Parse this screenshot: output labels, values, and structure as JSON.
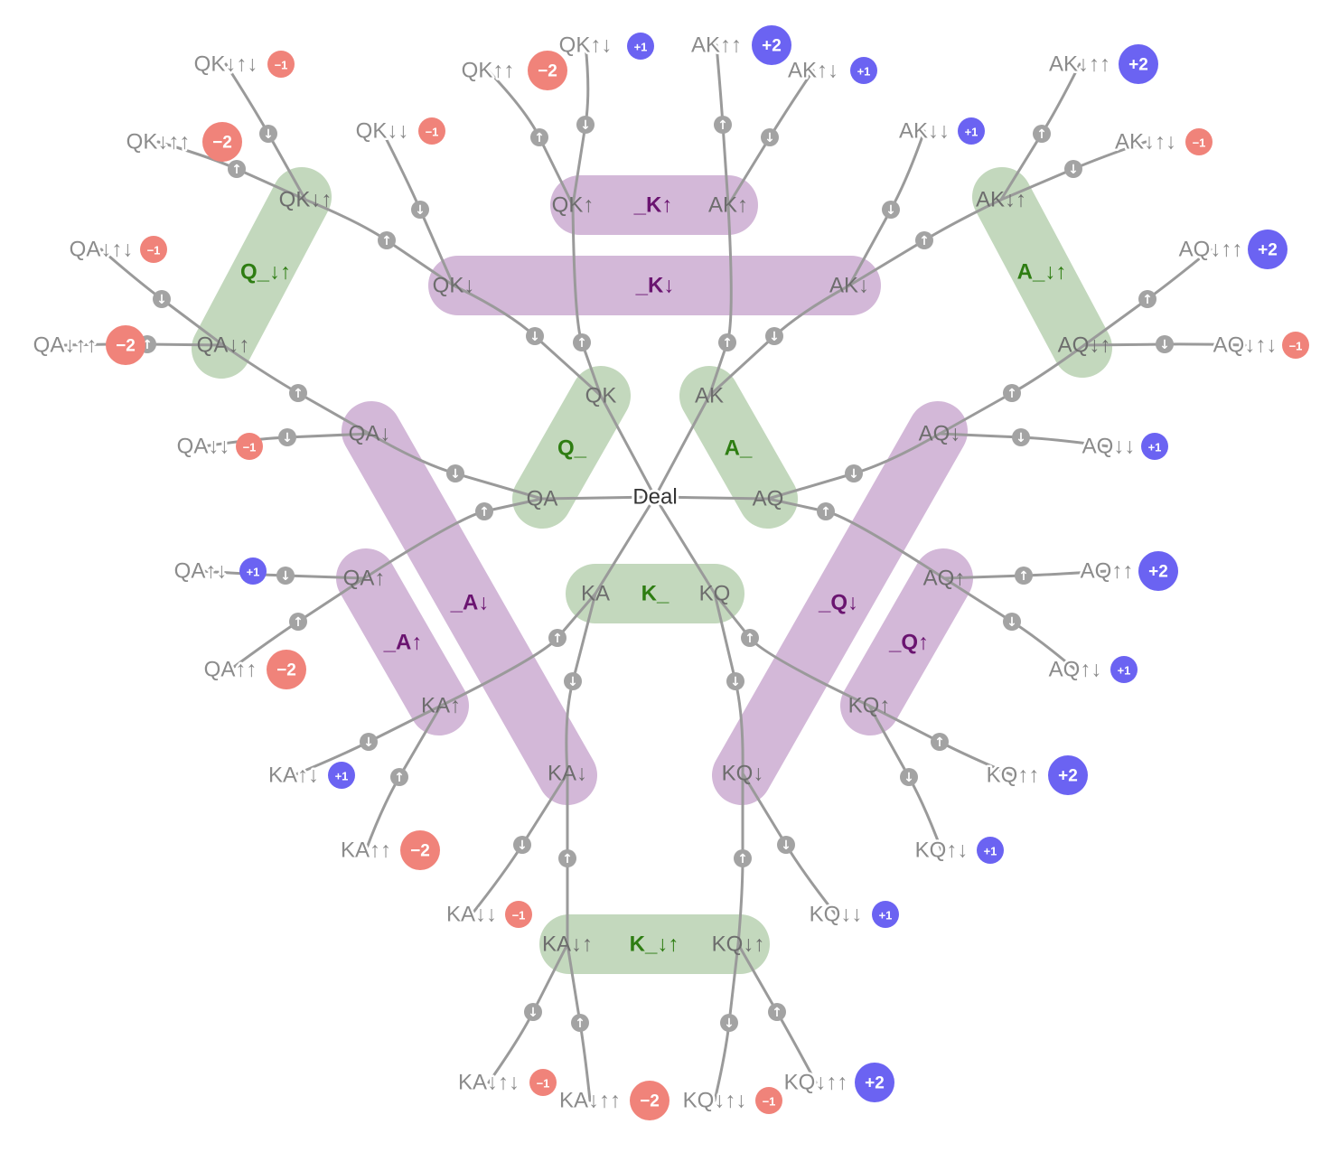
{
  "root": {
    "label": "Deal"
  },
  "colors": {
    "edge": "#9a9a9a",
    "action_dot": "#a3a3a3",
    "group_green": "#c3d8bd",
    "group_purple": "#d3b8d8",
    "group_label_green": "#2e7d12",
    "group_label_purple": "#6a1470",
    "payoff_negative": "#f0837a",
    "payoff_positive": "#6b63f2"
  },
  "icons": {
    "down_action": "down-arrow-icon",
    "up_action": "up-arrow-icon"
  },
  "info_sets": [
    {
      "label": "Q_",
      "color": "green"
    },
    {
      "label": "A_",
      "color": "green"
    },
    {
      "label": "K_",
      "color": "green"
    },
    {
      "label": "_K↑",
      "color": "purple"
    },
    {
      "label": "_K↓",
      "color": "purple"
    },
    {
      "label": "Q_↓↑",
      "color": "green"
    },
    {
      "label": "A_↓↑",
      "color": "green"
    },
    {
      "label": "_A↓",
      "color": "purple"
    },
    {
      "label": "_A↑",
      "color": "purple"
    },
    {
      "label": "_Q↓",
      "color": "purple"
    },
    {
      "label": "_Q↑",
      "color": "purple"
    },
    {
      "label": "K_↓↑",
      "color": "green"
    }
  ],
  "deals": [
    "QK",
    "AK",
    "QA",
    "AQ",
    "KA",
    "KQ"
  ],
  "second_level": [
    "QK↑",
    "AK↑",
    "QK↓",
    "AK↓",
    "QA↓",
    "AQ↓",
    "QA↑",
    "AQ↑",
    "KA↑",
    "KQ↑",
    "KA↓",
    "KQ↓"
  ],
  "third_level": [
    "QK↓↑",
    "AK↓↑",
    "QA↓↑",
    "AQ↓↑",
    "KA↓↑",
    "KQ↓↑"
  ],
  "terminals": [
    {
      "label": "QK↑↑",
      "payoff": "−2"
    },
    {
      "label": "QK↑↓",
      "payoff": "+1"
    },
    {
      "label": "AK↑↑",
      "payoff": "+2"
    },
    {
      "label": "AK↑↓",
      "payoff": "+1"
    },
    {
      "label": "QK↓↓",
      "payoff": "−1"
    },
    {
      "label": "AK↓↓",
      "payoff": "+1"
    },
    {
      "label": "QK↓↑↓",
      "payoff": "−1"
    },
    {
      "label": "QK↓↑↑",
      "payoff": "−2"
    },
    {
      "label": "AK↓↑↑",
      "payoff": "+2"
    },
    {
      "label": "AK↓↑↓",
      "payoff": "−1"
    },
    {
      "label": "QA↓↑↓",
      "payoff": "−1"
    },
    {
      "label": "QA↓↑↑",
      "payoff": "−2"
    },
    {
      "label": "AQ↓↑↑",
      "payoff": "+2"
    },
    {
      "label": "AQ↓↑↓",
      "payoff": "−1"
    },
    {
      "label": "QA↓↓",
      "payoff": "−1"
    },
    {
      "label": "AQ↓↓",
      "payoff": "+1"
    },
    {
      "label": "QA↑↓",
      "payoff": "+1"
    },
    {
      "label": "QA↑↑",
      "payoff": "−2"
    },
    {
      "label": "AQ↑↑",
      "payoff": "+2"
    },
    {
      "label": "AQ↑↓",
      "payoff": "+1"
    },
    {
      "label": "KA↑↓",
      "payoff": "+1"
    },
    {
      "label": "KA↑↑",
      "payoff": "−2"
    },
    {
      "label": "KQ↑↑",
      "payoff": "+2"
    },
    {
      "label": "KQ↑↓",
      "payoff": "+1"
    },
    {
      "label": "KA↓↓",
      "payoff": "−1"
    },
    {
      "label": "KQ↓↓",
      "payoff": "+1"
    },
    {
      "label": "KA↓↑↓",
      "payoff": "−1"
    },
    {
      "label": "KA↓↑↑",
      "payoff": "−2"
    },
    {
      "label": "KQ↓↑↓",
      "payoff": "−1"
    },
    {
      "label": "KQ↓↑↑",
      "payoff": "+2"
    }
  ]
}
